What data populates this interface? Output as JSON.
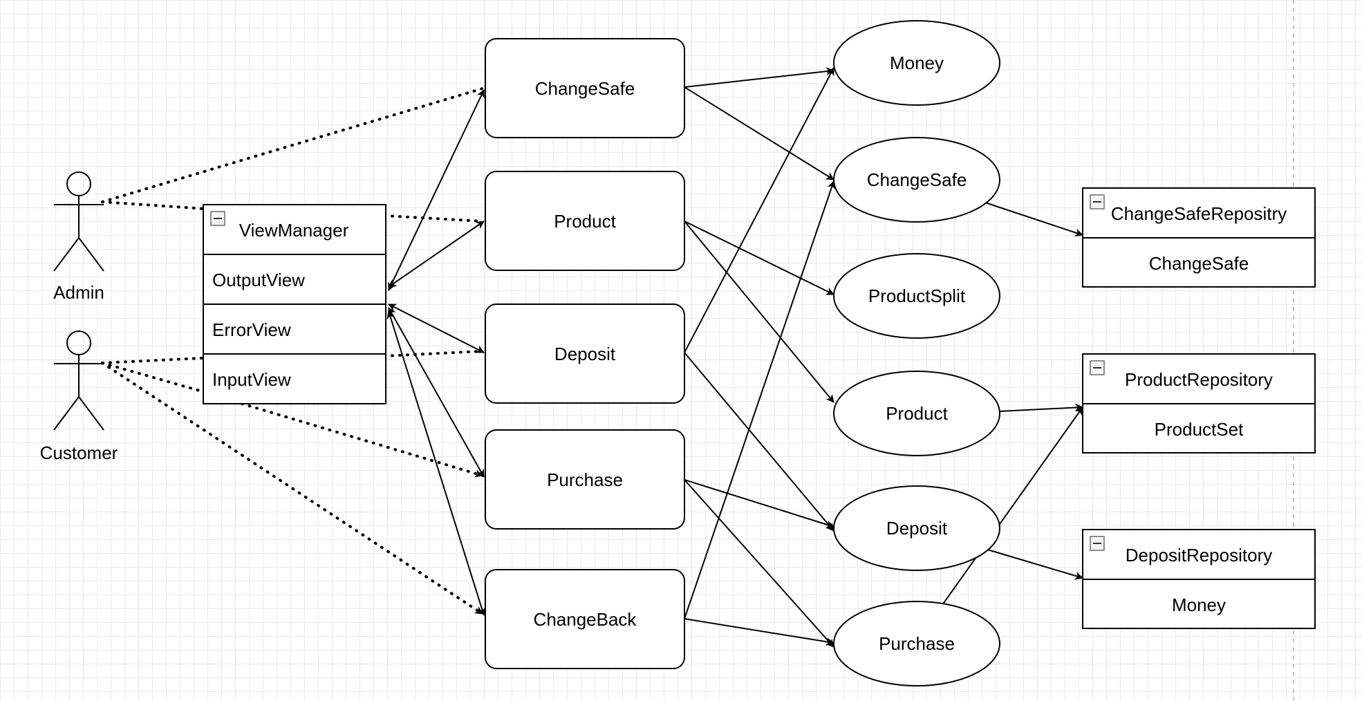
{
  "actors": {
    "admin": "Admin",
    "customer": "Customer"
  },
  "view_manager": {
    "title": "ViewManager",
    "rows": [
      "OutputView",
      "ErrorView",
      "InputView"
    ]
  },
  "controllers": [
    "ChangeSafe",
    "Product",
    "Deposit",
    "Purchase",
    "ChangeBack"
  ],
  "domains": [
    "Money",
    "ChangeSafe",
    "ProductSplit",
    "Product",
    "Deposit",
    "Purchase"
  ],
  "repositories": [
    {
      "title": "ChangeSafeRepositry",
      "item": "ChangeSafe"
    },
    {
      "title": "ProductRepository",
      "item": "ProductSet"
    },
    {
      "title": "DepositRepository",
      "item": "Money"
    }
  ],
  "icons": {
    "collapse": "minus-toggle-icon"
  },
  "colors": {
    "grid": "#e9e9e9",
    "stroke": "#000000",
    "page_divider": "#b8b8b8"
  }
}
